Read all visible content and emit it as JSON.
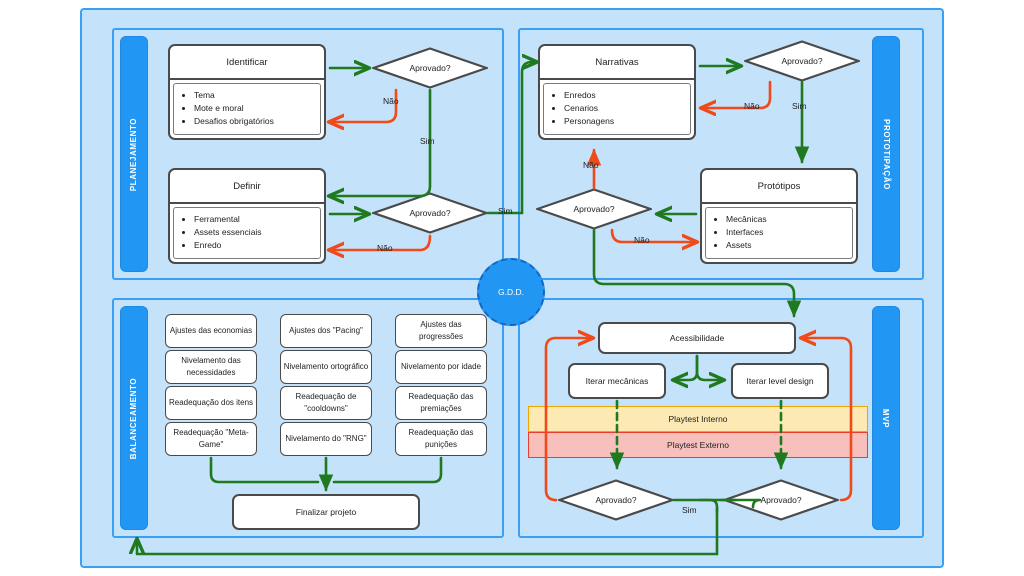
{
  "bands": {
    "planejamento": "PLANEJAMENTO",
    "prototipacao": "PROTOTIPAÇÃO",
    "balanceamento": "BALANCEAMENTO",
    "mvp": "MVP"
  },
  "colors": {
    "panel_fill": "#c5e2fb",
    "panel_border": "#3aa0f5",
    "band_fill": "#2196f3",
    "yes_arrow": "#1f7a1f",
    "no_arrow": "#f04a1a",
    "gdd_fill": "#2196f3",
    "playtest_interno_fill": "#fde9b4",
    "playtest_externo_fill": "#f8c0bc"
  },
  "gdd": {
    "label": "G.D.D."
  },
  "planejamento": {
    "identificar": {
      "title": "Identificar",
      "items": [
        "Tema",
        "Mote e moral",
        "Desafios obrigatórios"
      ]
    },
    "definir": {
      "title": "Definir",
      "items": [
        "Ferramental",
        "Assets essenciais",
        "Enredo"
      ]
    },
    "decision_1": "Aprovado?",
    "decision_2": "Aprovado?"
  },
  "prototipacao": {
    "narrativas": {
      "title": "Narrativas",
      "items": [
        "Enredos",
        "Cenarios",
        "Personagens"
      ]
    },
    "prototipos": {
      "title": "Protótipos",
      "items": [
        "Mecânicas",
        "Interfaces",
        "Assets"
      ]
    },
    "decision_1": "Aprovado?",
    "decision_2": "Aprovado?"
  },
  "balanceamento": {
    "columns": [
      [
        "Ajustes das economias",
        "Nivelamento das necessidades",
        "Readequação dos itens",
        "Readequação \"Meta-Game\""
      ],
      [
        "Ajustes dos \"Pacing\"",
        "Nivelamento ortográfico",
        "Readequação de \"cooldowns\"",
        "Nivelamento do \"RNG\""
      ],
      [
        "Ajustes das progressões",
        "Nivelamento por idade",
        "Readequação das premiações",
        "Readequação das punições"
      ]
    ],
    "finalizar": "Finalizar projeto"
  },
  "mvp": {
    "acessibilidade": "Acessibilidade",
    "iterar_mecanicas": "Iterar mecânicas",
    "iterar_level_design": "Iterar level design",
    "playtest_interno": "Playtest Interno",
    "playtest_externo": "Playtest Externo",
    "decision_left": "Aprovado?",
    "decision_right": "Aprovado?"
  },
  "edge_labels": {
    "nao_1": "Não",
    "sim_1": "Sim",
    "nao_2": "Não",
    "nao_3": "Não",
    "sim_2": "Sim",
    "sim_3": "Sim",
    "nao_4": "Não",
    "nao_5": "Não",
    "sim_4": "Sim"
  }
}
